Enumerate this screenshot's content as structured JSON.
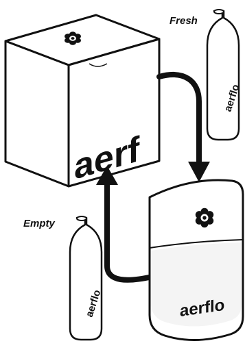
{
  "labels": {
    "fresh": "Fresh",
    "empty": "Empty"
  },
  "brand": {
    "box": "aerf",
    "device": "aerflo",
    "canister": "aerflo"
  },
  "colors": {
    "ink": "#111111",
    "paper": "#ffffff",
    "shade": "#f4f4f4"
  }
}
